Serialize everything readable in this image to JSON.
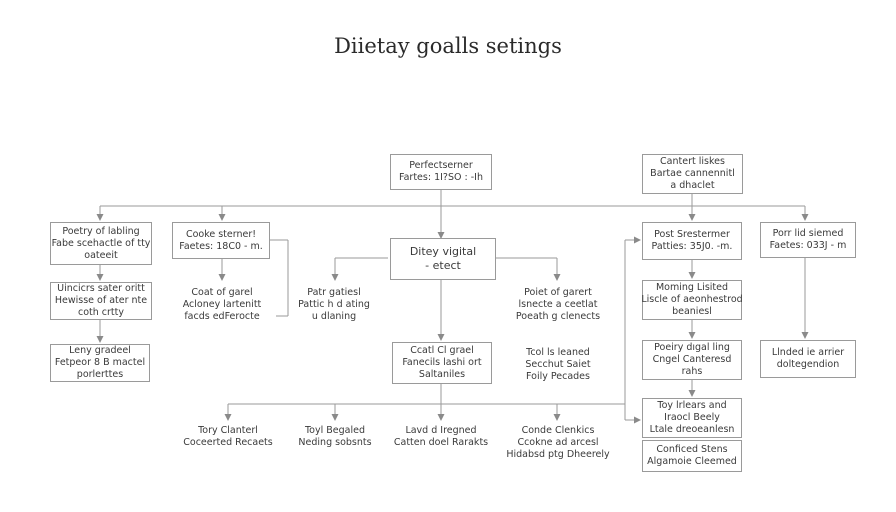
{
  "title": "Diietay goalls setings",
  "nodes": {
    "perfect_top": {
      "line1": "Perfectserner",
      "line2": "Fartes: 1I?SO : -Ih"
    },
    "center": {
      "line1": "Ditey vigital",
      "line2": "- etect"
    },
    "content_top_right": {
      "line1": "Cantert liskes",
      "line2": "Bartae cannennitl",
      "line3": "a dhaclet"
    },
    "poetry_labeling": {
      "line1": "Poetry of labling",
      "line2": "Fabe scehactle of tty",
      "line3": "oateeit"
    },
    "cooke_sterner": {
      "line1": "Cooke sterner!",
      "line2": "Faetes: 18C0 - m."
    },
    "urnicers": {
      "line1": "Uincicrs sater oritt",
      "line2": "Hewisse of ater nte",
      "line3": "coth crtty"
    },
    "cost_general_l": {
      "line1": "Coat of garel",
      "line2": "Acloney lartenitt",
      "line3": "facds edFerocte"
    },
    "pair_gatiesl": {
      "line1": "Patr gatiesl",
      "line2": "Pattic h d ating",
      "line3": "u dlaning"
    },
    "poets_gariert": {
      "line1": "Poiet of garert",
      "line2": "lsnecte a ceetlat",
      "line3": "Poeath g clenects"
    },
    "lenty_graded": {
      "line1": "Leny gradeel",
      "line2": "Fetpeor 8 B mactel",
      "line3": "porlerttes"
    },
    "cost_graed_c": {
      "line1": "Ccatl Cl grael",
      "line2": "Fanecils lashi ort",
      "line3": "Saltaniles"
    },
    "tool_loaned": {
      "line1": "Tcol ls leaned",
      "line2": "Secchut Saiet",
      "line3": "Foily Pecades"
    },
    "post_sterner_r": {
      "line1": "Post Srestermer",
      "line2": "Patties: 35J0. -m."
    },
    "port_starned": {
      "line1": "Porr lid siemed",
      "line2": "Faetes: 033J - m"
    },
    "morning_listed": {
      "line1": "Moming Lisited",
      "line2": "Liscle of aeonhestrod",
      "line3": "beaniesl"
    },
    "poetry_ling": {
      "line1": "Poeiry dıgal ling",
      "line2": "Cngel Canteresd",
      "line3": "rahs"
    },
    "landed_enter": {
      "line1": "Llnded ie arrier",
      "line2": "doltegendion"
    },
    "toy_lrears": {
      "line1": "Toy lrlears and",
      "line2": "Iraocl Beely",
      "line3": "Ltale dreoeanlesn"
    },
    "confused_stens": {
      "line1": "Conficed Stens",
      "line2": "Algamoie Cleemed"
    },
    "b1": {
      "line1": "Tory Clanterl",
      "line2": "Coceerted Recaets"
    },
    "b2": {
      "line1": "Toyl Begaled",
      "line2": "Neding sobsnts"
    },
    "b3": {
      "line1": "Lavd d Iregned",
      "line2": "Catten doel Rarakts"
    },
    "b4": {
      "line1": "Conde Clenkics",
      "line2": "Ccokne ad arcesl",
      "line3": "Hidabsd ptg Dheerely"
    }
  }
}
